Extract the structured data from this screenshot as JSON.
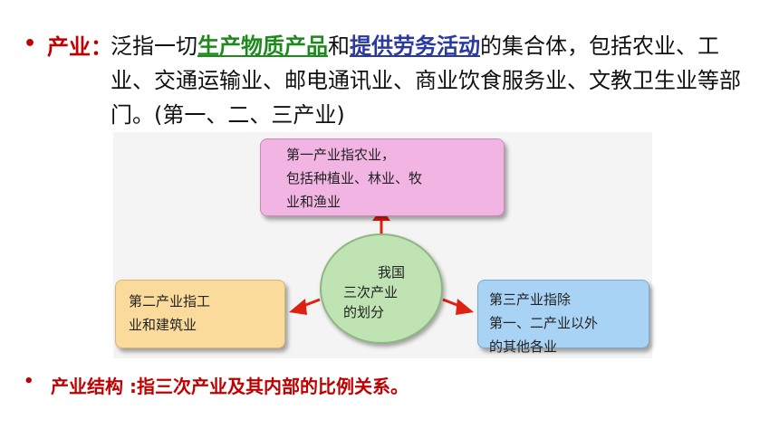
{
  "definition": {
    "term": "产业：",
    "text_before": "泛指一切",
    "highlight1": "生产物质产品",
    "connector": "和",
    "highlight2": "提供劳务活动",
    "text_after": "的集合体，包括农业、工业、交通运输业、邮电通讯业、商业饮食服务业、文教卫生业等部门。(第一、二、三产业)"
  },
  "diagram": {
    "center": [
      "我国",
      "三次产业",
      "的划分"
    ],
    "primary": [
      "第一产业指农业，",
      "包括种植业、林业、牧",
      "业和渔业"
    ],
    "secondary": [
      "第二产业指工",
      "业和建筑业"
    ],
    "tertiary": [
      "第三产业指除",
      "第一、二产业以外",
      "的其他各业"
    ]
  },
  "structure": {
    "text": "产业结构 :指三次产业及其内部的比例关系。"
  },
  "colors": {
    "accent_red": "#c00000",
    "green_highlight": "#1e8a1e",
    "blue_highlight": "#2b3aa0",
    "arrow_red": "#e02010"
  }
}
